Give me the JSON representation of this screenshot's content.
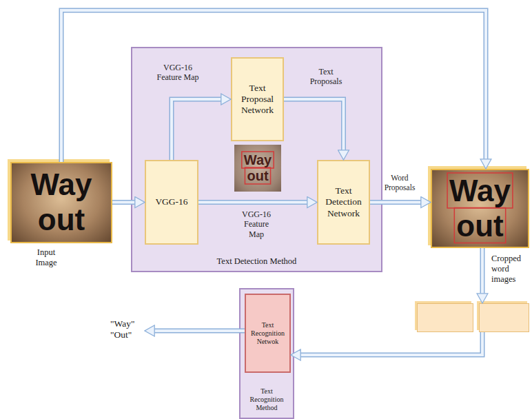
{
  "diagram": {
    "nodes": [
      {
        "text": [
          "Way out",
          "Input Image"
        ]
      },
      {
        "text": [
          "Text Detection Method"
        ]
      },
      {
        "text": [
          "VGG-16"
        ],
        "in": 1
      },
      {
        "text": [
          "Text Proposal Network"
        ],
        "in": 1
      },
      {
        "text": [
          "Way out"
        ],
        "in": 1
      },
      {
        "text": [
          "Text Detection Network"
        ],
        "in": 1
      },
      {
        "text": [
          "Way out"
        ]
      },
      {
        "text": [
          "Cropped word images"
        ]
      },
      {
        "text": [
          "Text Recognition Method"
        ]
      },
      {
        "text": [
          "Text Recognition Netwok"
        ],
        "in": 8
      },
      {
        "text": [
          "\"Way\" \"Out\""
        ]
      }
    ],
    "edges": [
      {
        "from": 0,
        "to": 6,
        "arrow": "to"
      },
      {
        "from": 0,
        "to": 2,
        "arrow": "to"
      },
      {
        "from": 2,
        "to": 3,
        "label": "VGG-16 Feature Map",
        "arrow": "to"
      },
      {
        "from": 3,
        "to": 5,
        "label": "Text Proposals",
        "arrow": "to"
      },
      {
        "from": 2,
        "to": 5,
        "label": "VGG-16 Feature Map",
        "arrow": "to"
      },
      {
        "from": 5,
        "to": 6,
        "label": "Word Proposals",
        "arrow": "to"
      },
      {
        "from": 6,
        "to": 7,
        "arrow": "to"
      },
      {
        "from": 7,
        "to": 9,
        "arrow": "to"
      },
      {
        "from": 9,
        "to": 10,
        "arrow": "to"
      }
    ]
  }
}
